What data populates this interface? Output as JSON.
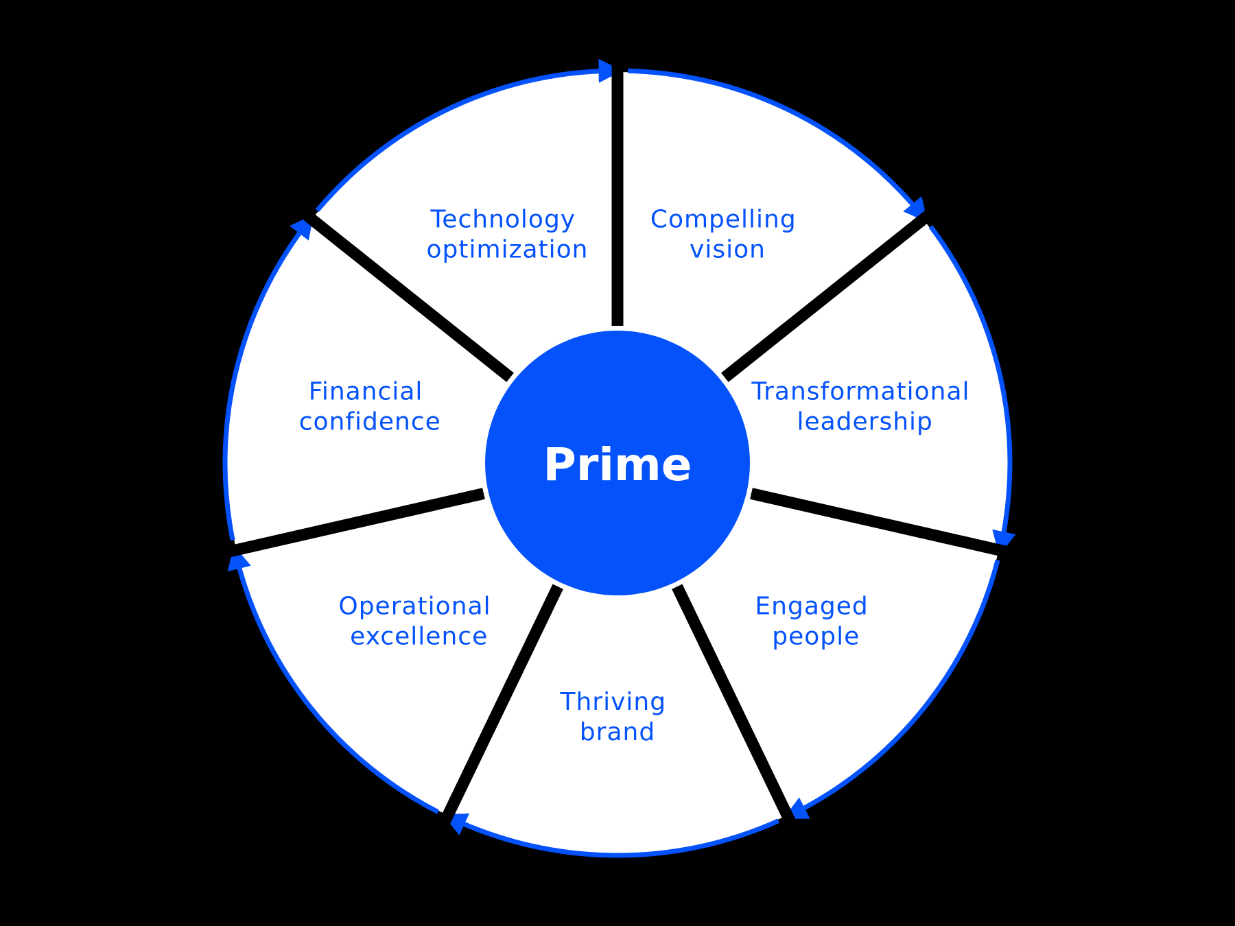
{
  "colors": {
    "background": "#000000",
    "segment_fill": "#FFFFFF",
    "accent": "#0452FB",
    "divider": "#000000",
    "center_text": "#FFFFFF"
  },
  "center": {
    "label": "Prime"
  },
  "segments": [
    {
      "lines": [
        "Compelling",
        "vision"
      ]
    },
    {
      "lines": [
        "Transformational",
        "leadership"
      ]
    },
    {
      "lines": [
        "Engaged",
        "people"
      ]
    },
    {
      "lines": [
        "Thriving",
        "brand"
      ]
    },
    {
      "lines": [
        "Operational",
        "excellence"
      ]
    },
    {
      "lines": [
        "Financial",
        "confidence"
      ]
    },
    {
      "lines": [
        "Technology",
        "optimization"
      ]
    }
  ]
}
